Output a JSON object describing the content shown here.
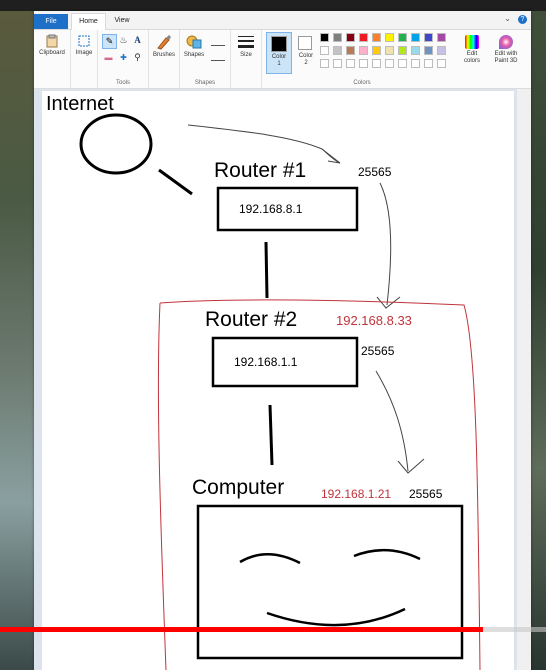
{
  "tabs": {
    "file": "File",
    "home": "Home",
    "view": "View"
  },
  "ribbon": {
    "clipboard": "Clipboard",
    "image": "Image",
    "tools": "Tools",
    "brushes": "Brushes",
    "shapes": "Shapes",
    "size": "Size",
    "color1": "Color\n1",
    "color2": "Color\n2",
    "colors": "Colors",
    "edit_colors": "Edit\ncolors",
    "edit_paint3d": "Edit with\nPaint 3D"
  },
  "palette": [
    "#000000",
    "#7f7f7f",
    "#880015",
    "#ed1c24",
    "#ff7f27",
    "#fff200",
    "#22b14c",
    "#00a2e8",
    "#3f48cc",
    "#a349a4",
    "#ffffff",
    "#c3c3c3",
    "#b97a57",
    "#ffaec9",
    "#ffc90e",
    "#efe4b0",
    "#b5e61d",
    "#99d9ea",
    "#7092be",
    "#c8bfe7"
  ],
  "drawing": {
    "internet": "Internet",
    "router1": "Router #1",
    "router1_ip": "192.168.8.1",
    "router1_port": "25565",
    "router2": "Router #2",
    "router2_wan": "192.168.8.33",
    "router2_ip": "192.168.1.1",
    "router2_port": "25565",
    "computer": "Computer",
    "computer_ip": "192.168.1.21",
    "computer_port": "25565"
  },
  "video": {
    "progress": 0.885
  },
  "colors": {
    "accent_red": "#c0343a",
    "tab_blue": "#1e6fc8",
    "progress_red": "#ff0000"
  }
}
